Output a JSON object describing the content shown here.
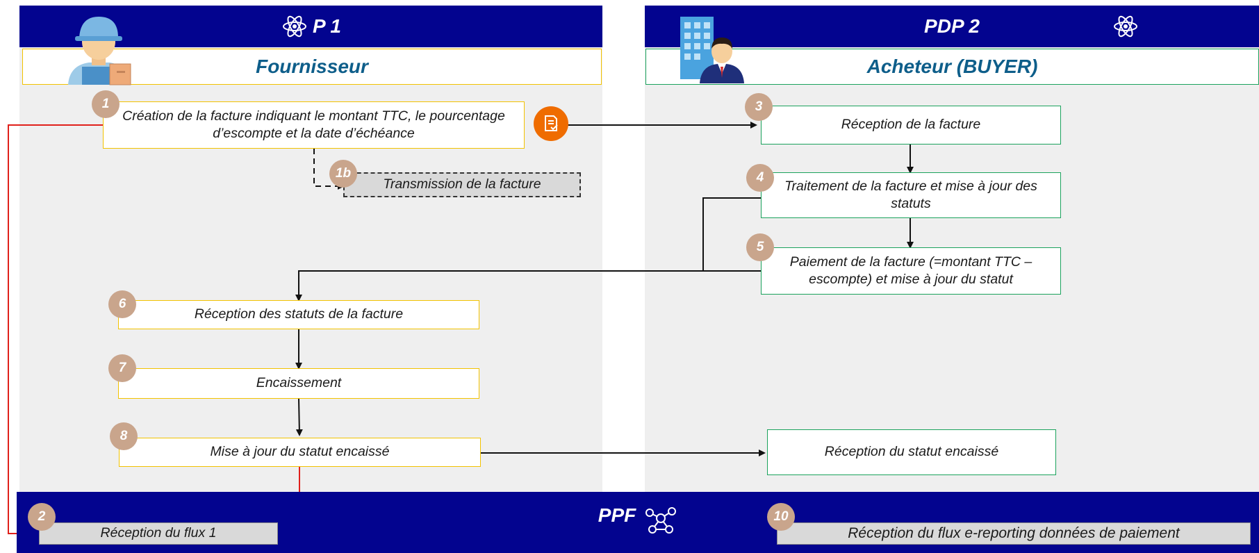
{
  "lanes": {
    "left": {
      "header": "P 1",
      "subheader": "Fournisseur"
    },
    "right": {
      "header": "PDP 2",
      "subheader": "Acheteur (BUYER)"
    },
    "bottom": {
      "header": "PPF"
    }
  },
  "steps": [
    {
      "badge": "1",
      "text": "Création de la facture indiquant le montant TTC, le pourcentage d’escompte et la date d’échéance"
    },
    {
      "badge": "1b",
      "text": "Transmission de la facture"
    },
    {
      "badge": "2",
      "text": "Réception du flux 1"
    },
    {
      "badge": "3",
      "text": "Réception de la facture"
    },
    {
      "badge": "4",
      "text": "Traitement de la facture et mise à jour des statuts"
    },
    {
      "badge": "5",
      "text": "Paiement de la facture (=montant TTC – escompte) et mise à jour du statut"
    },
    {
      "badge": "6",
      "text": "Réception des statuts de la facture"
    },
    {
      "badge": "7",
      "text": "Encaissement"
    },
    {
      "badge": "8",
      "text": "Mise à jour du statut encaissé"
    },
    {
      "badge": "",
      "text": "Réception du statut encaissé"
    },
    {
      "badge": "10",
      "text": "Réception du flux e-reporting données de paiement"
    }
  ],
  "icons": {
    "lane_left": "atom-icon",
    "lane_right": "atom-icon",
    "lane_bottom": "network-icon",
    "supplier": "delivery-person-icon",
    "buyer": "businessman-building-icon",
    "invoice": "invoice-check-icon"
  },
  "colors": {
    "header_blue": "#03048f",
    "lane_grey": "#efefef",
    "supplier_border": "#f2c200",
    "buyer_border": "#1aa25c",
    "badge": "#c9a58c",
    "reporting_arrow": "#e0201b",
    "invoice_icon": "#ef6c00"
  }
}
